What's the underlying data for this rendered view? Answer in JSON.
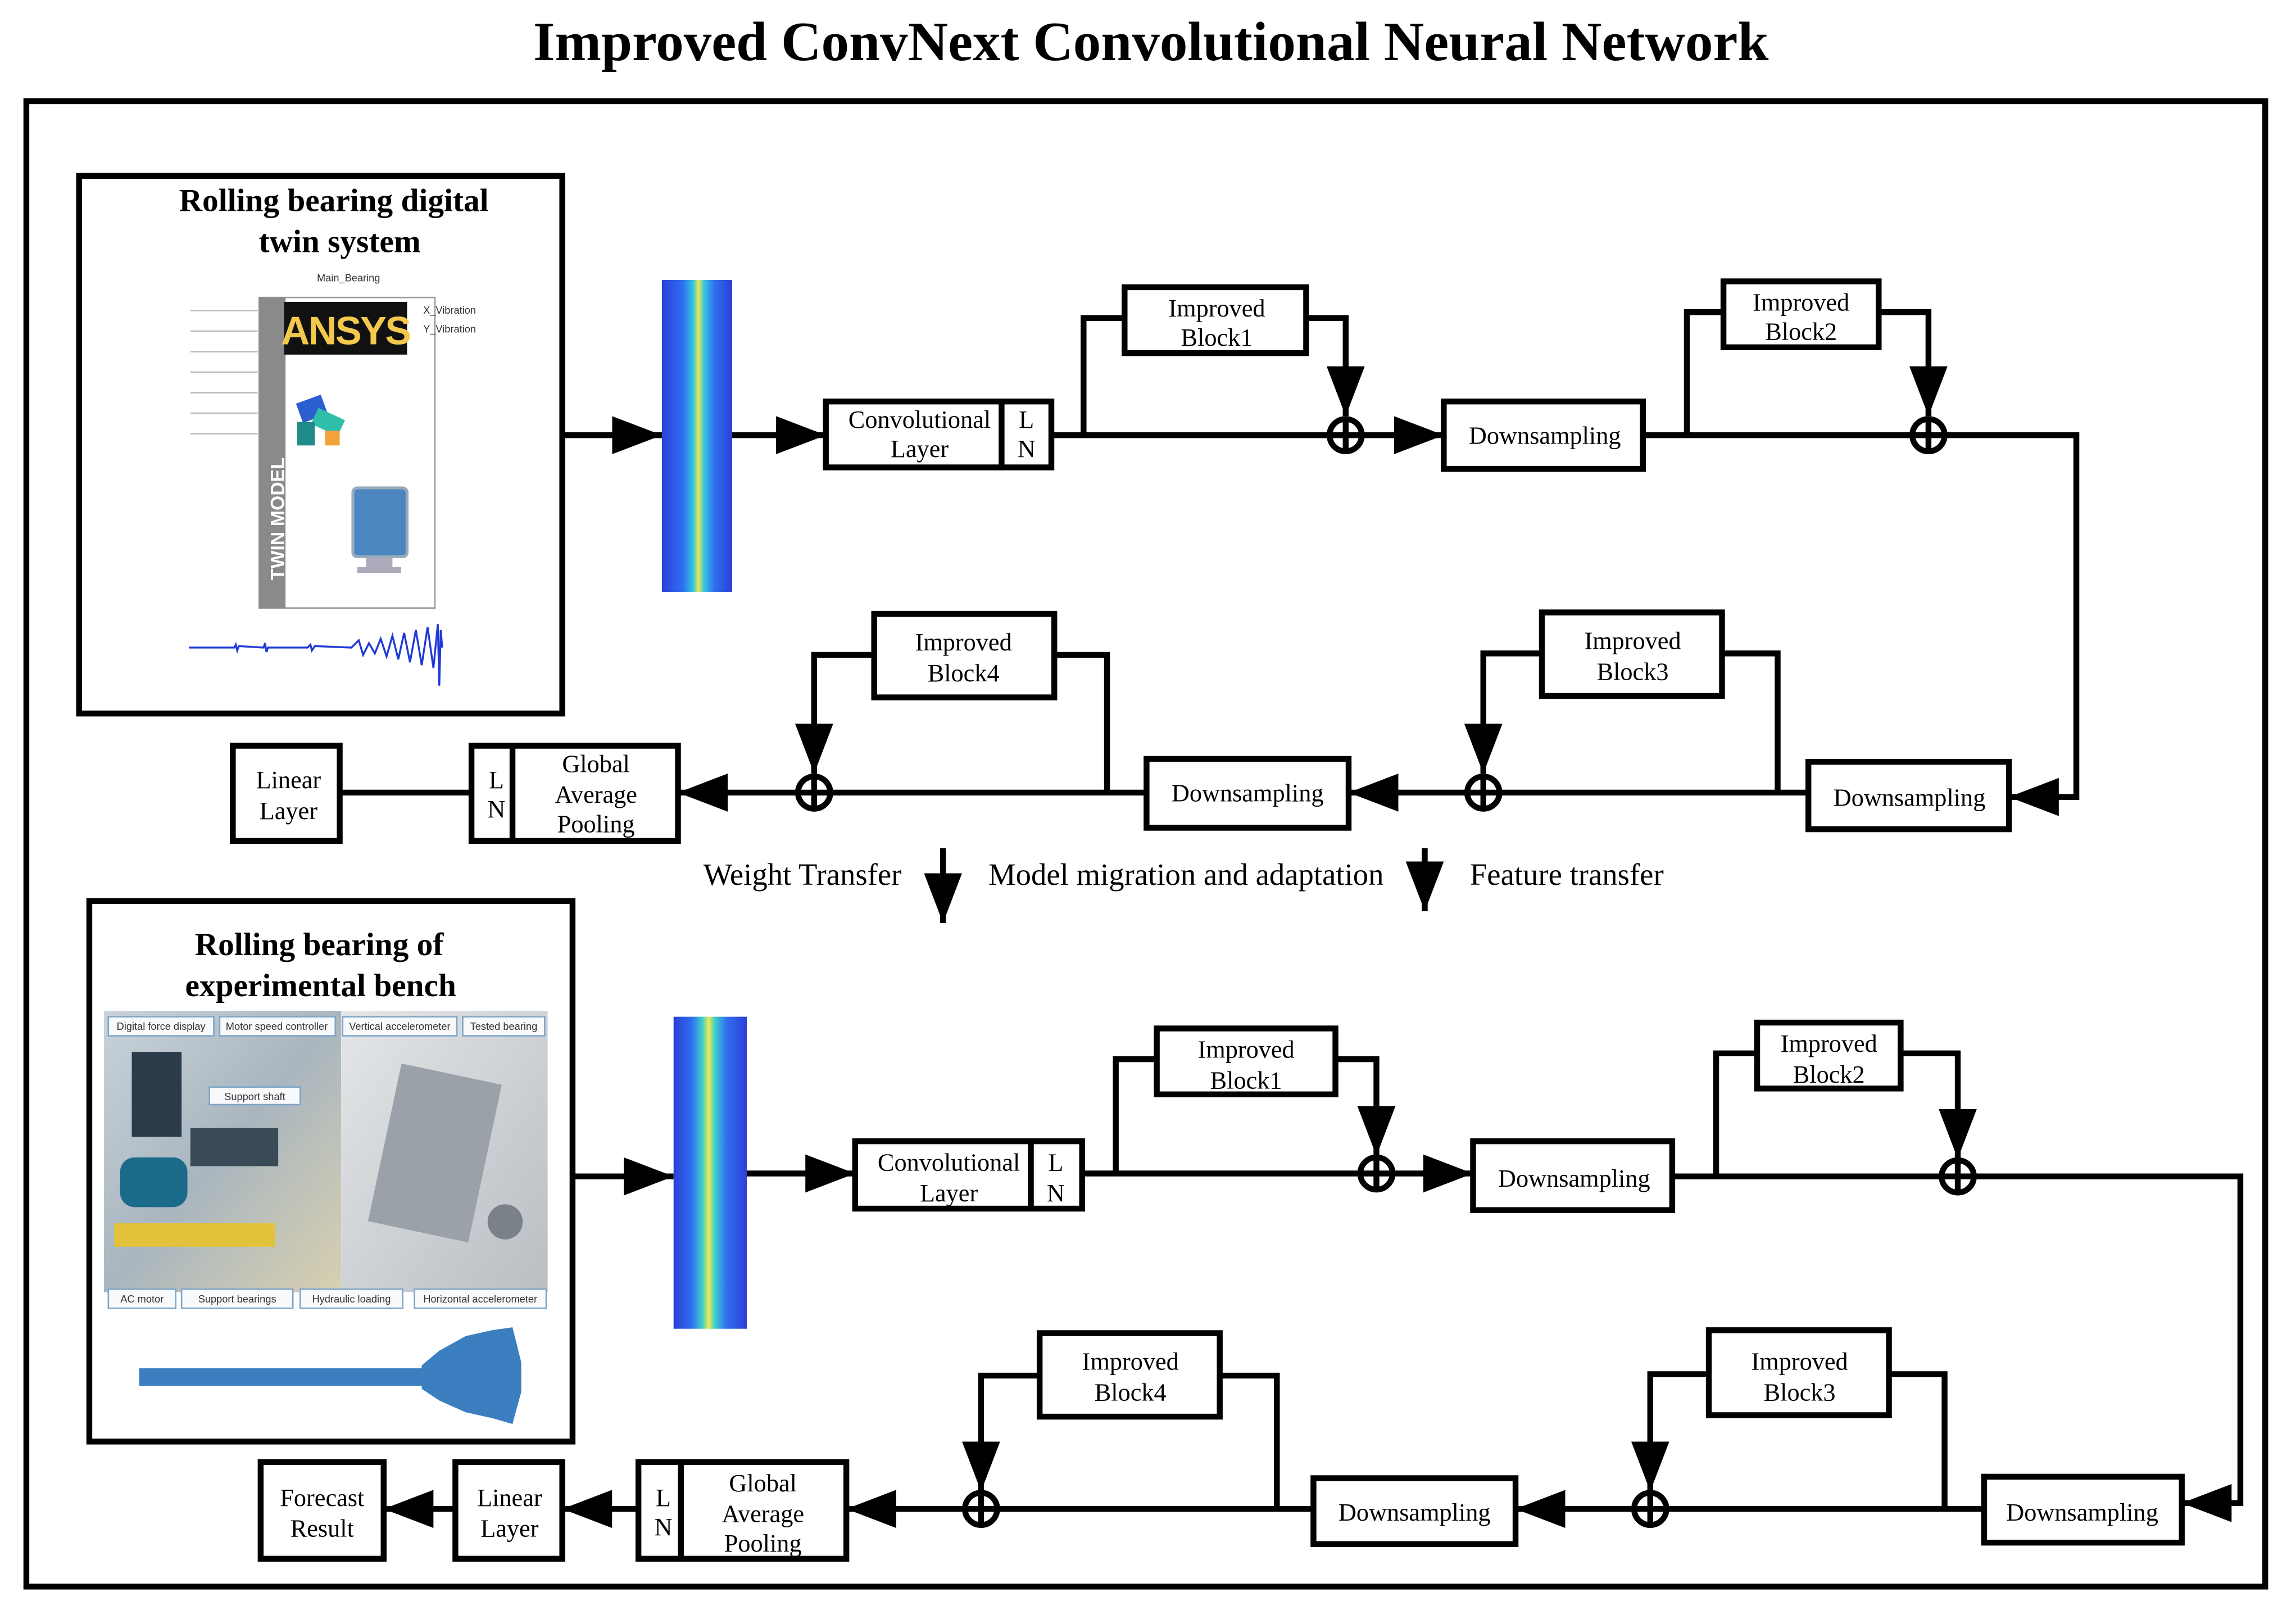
{
  "title": "Improved ConvNext Convolutional Neural Network",
  "colors": {
    "stroke": "#000000",
    "spectrogram_low": "#2b3fd6",
    "spectrogram_high": "#f2e84a",
    "signal_top": "#1f3ad6",
    "signal_bottom": "#3b7fc0"
  },
  "top": {
    "panel_title_line1": "Rolling bearing digital",
    "panel_title_line2": "twin system",
    "panel_image": {
      "header": "Main_Bearing",
      "brand": "ANSYS",
      "side_label": "TWIN MODEL",
      "right_label_1": "X_Vibration",
      "right_label_2": "Y_Vibration",
      "icons": [
        "mechanism-icon",
        "monitor-icon"
      ],
      "signal_icon": "vibration-signal-icon"
    },
    "conv_layer_line1": "Convolutional",
    "conv_layer_line2": "Layer",
    "ln_l": "L",
    "ln_n": "N",
    "block1_line1": "Improved",
    "block1_line2": "Block1",
    "down1": "Downsampling",
    "block2_line1": "Improved",
    "block2_line2": "Block2",
    "down2": "Downsampling",
    "block3_line1": "Improved",
    "block3_line2": "Block3",
    "down3": "Downsampling",
    "block4_line1": "Improved",
    "block4_line2": "Block4",
    "gap_line1": "Global",
    "gap_line2": "Average",
    "gap_line3": "Pooling",
    "gap_ln_l": "L",
    "gap_ln_n": "N",
    "linear_line1": "Linear",
    "linear_line2": "Layer"
  },
  "transfer": {
    "weight": "Weight Transfer",
    "model": "Model migration and adaptation",
    "feature": "Feature transfer"
  },
  "bottom": {
    "panel_title_line1": "Rolling bearing of",
    "panel_title_line2": "experimental bench",
    "photo_labels_top": [
      "Digital force display",
      "Motor speed controller",
      "Vertical accelerometer",
      "Tested bearing"
    ],
    "photo_label_shaft": "Support shaft",
    "photo_labels_bottom": [
      "AC motor",
      "Support bearings",
      "Hydraulic loading",
      "Horizontal accelerometer"
    ],
    "signal_icon": "vibration-signal-icon",
    "conv_layer_line1": "Convolutional",
    "conv_layer_line2": "Layer",
    "ln_l": "L",
    "ln_n": "N",
    "block1_line1": "Improved",
    "block1_line2": "Block1",
    "down1": "Downsampling",
    "block2_line1": "Improved",
    "block2_line2": "Block2",
    "down2": "Downsampling",
    "block3_line1": "Improved",
    "block3_line2": "Block3",
    "down3": "Downsampling",
    "block4_line1": "Improved",
    "block4_line2": "Block4",
    "gap_line1": "Global",
    "gap_line2": "Average",
    "gap_line3": "Pooling",
    "gap_ln_l": "L",
    "gap_ln_n": "N",
    "linear_line1": "Linear",
    "linear_line2": "Layer",
    "forecast_line1": "Forecast",
    "forecast_line2": "Result"
  }
}
